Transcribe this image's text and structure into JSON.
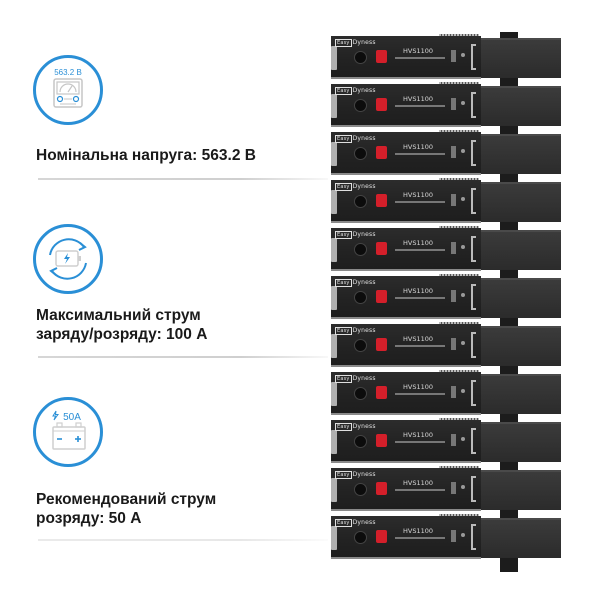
{
  "features": [
    {
      "icon": "voltmeter-icon",
      "icon_label": "563.2 В",
      "text_lines": [
        "Номінальна напруга: 563.2 В"
      ]
    },
    {
      "icon": "battery-charge-cycle-icon",
      "icon_label": "",
      "text_lines": [
        "Максимальний струм",
        "заряду/розряду: 100 А"
      ]
    },
    {
      "icon": "car-battery-icon",
      "icon_label": "50A",
      "text_lines": [
        "Рекомендований струм",
        "розряду: 50 А"
      ]
    }
  ],
  "product": {
    "brand": "Dyness",
    "brand_prefix": "Easy",
    "model": "HVS1100",
    "module_count": 11
  },
  "colors": {
    "accent_blue": "#2a8fd6",
    "icon_gray": "#c9c9c9",
    "text": "#1a1a1a",
    "module_body": "#262626",
    "connector_red": "#d41f2a"
  }
}
